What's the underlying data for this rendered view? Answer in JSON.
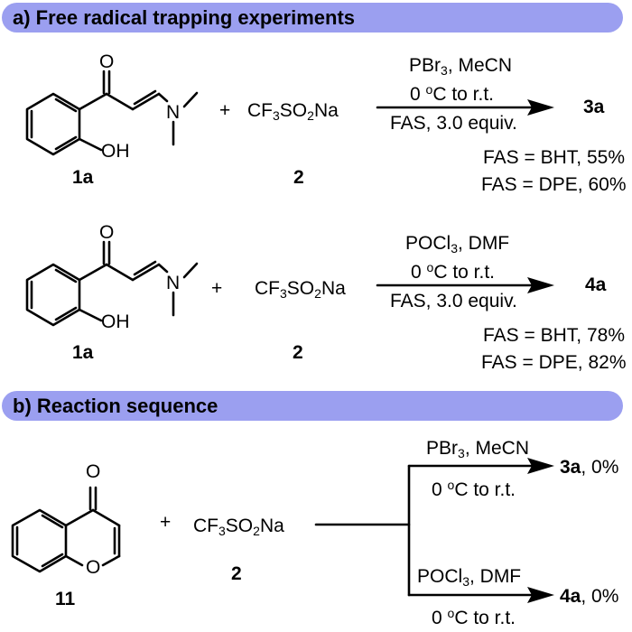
{
  "panel_a": {
    "title": "a) Free radical trapping experiments",
    "rxn1": {
      "reactant_label": "1a",
      "reactant_oh": "OH",
      "reactant_o": "O",
      "reactant_n": "N",
      "plus": "+",
      "reagent_cf": "CF",
      "reagent_sub1": "3",
      "reagent_so": "SO",
      "reagent_sub2": "2",
      "reagent_na": "Na",
      "reagent_label": "2",
      "cond_top_a": "PBr",
      "cond_top_sub": "3",
      "cond_top_b": ", MeCN",
      "cond_mid_a": "0 ",
      "cond_mid_sup": "o",
      "cond_mid_b": "C to r.t.",
      "cond_bottom": "FAS, 3.0 equiv.",
      "product": "3a",
      "yield1": "FAS = BHT, 55%",
      "yield2": "FAS = DPE, 60%"
    },
    "rxn2": {
      "reactant_label": "1a",
      "reactant_oh": "OH",
      "reactant_o": "O",
      "reactant_n": "N",
      "plus": "+",
      "reagent_cf": "CF",
      "reagent_sub1": "3",
      "reagent_so": "SO",
      "reagent_sub2": "2",
      "reagent_na": "Na",
      "reagent_label": "2",
      "cond_top_a": "POCl",
      "cond_top_sub": "3",
      "cond_top_b": ", DMF",
      "cond_mid_a": "0 ",
      "cond_mid_sup": "o",
      "cond_mid_b": "C to r.t.",
      "cond_bottom": "FAS, 3.0 equiv.",
      "product": "4a",
      "yield1": "FAS = BHT, 78%",
      "yield2": "FAS = DPE, 82%"
    }
  },
  "panel_b": {
    "title": "b) Reaction sequence",
    "reactant_label": "11",
    "reactant_o_top": "O",
    "reactant_o_ring": "O",
    "plus": "+",
    "reagent_cf": "CF",
    "reagent_sub1": "3",
    "reagent_so": "SO",
    "reagent_sub2": "2",
    "reagent_na": "Na",
    "reagent_label": "2",
    "upper": {
      "cond_top_a": "PBr",
      "cond_top_sub": "3",
      "cond_top_b": ", MeCN",
      "cond_mid_a": "0 ",
      "cond_mid_sup": "o",
      "cond_mid_b": "C to r.t.",
      "product": "3a",
      "yield": ", 0%"
    },
    "lower": {
      "cond_top_a": "POCl",
      "cond_top_sub": "3",
      "cond_top_b": ", DMF",
      "cond_mid_a": "0 ",
      "cond_mid_sup": "o",
      "cond_mid_b": "C to r.t.",
      "product": "4a",
      "yield": ", 0%"
    }
  },
  "colors": {
    "banner": "#9b9ff0",
    "ink": "#000000"
  }
}
